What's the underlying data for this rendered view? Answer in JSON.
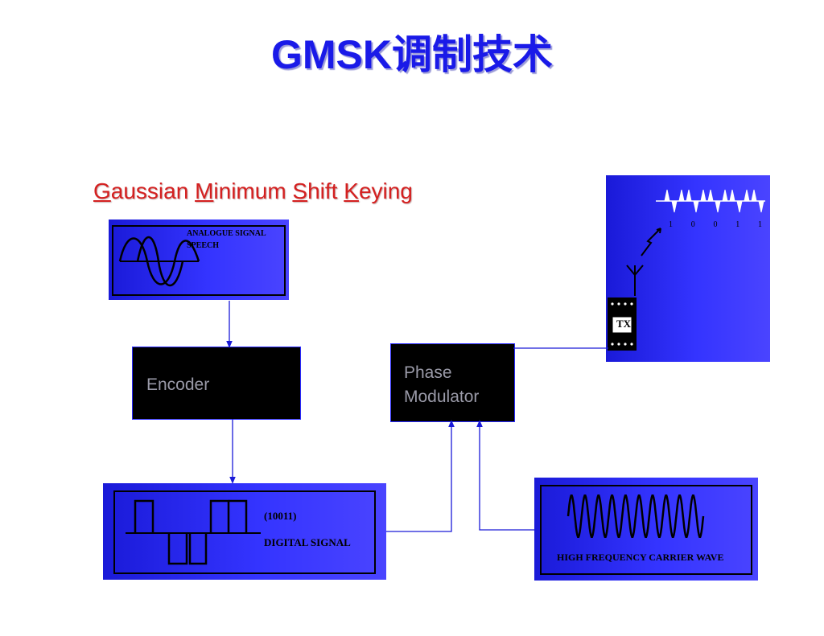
{
  "title": "GMSK调制技术",
  "subtitle": {
    "parts": [
      {
        "first": "G",
        "rest": "aussian "
      },
      {
        "first": "M",
        "rest": "inimum "
      },
      {
        "first": "S",
        "rest": "hift "
      },
      {
        "first": "K",
        "rest": "eying"
      }
    ]
  },
  "analog_panel": {
    "label_line1": "ANALOGUE    SIGNAL",
    "label_line2": "SPEECH"
  },
  "encoder": {
    "label": "Encoder"
  },
  "phase_modulator": {
    "label_line1": "Phase",
    "label_line2": "Modulator"
  },
  "digital_panel": {
    "bits": "(10011)",
    "label": "DIGITAL SIGNAL"
  },
  "carrier_panel": {
    "label": "HIGH FREQUENCY CARRIER WAVE"
  },
  "tx_panel": {
    "tx_label": "TX",
    "bit_marks": [
      "1",
      "0",
      "0",
      "1",
      "1"
    ]
  },
  "colors": {
    "title": "#1a1ae8",
    "subtitle": "#d42020",
    "panel_blue": "#3434ff",
    "connector": "#1a1ad8"
  }
}
